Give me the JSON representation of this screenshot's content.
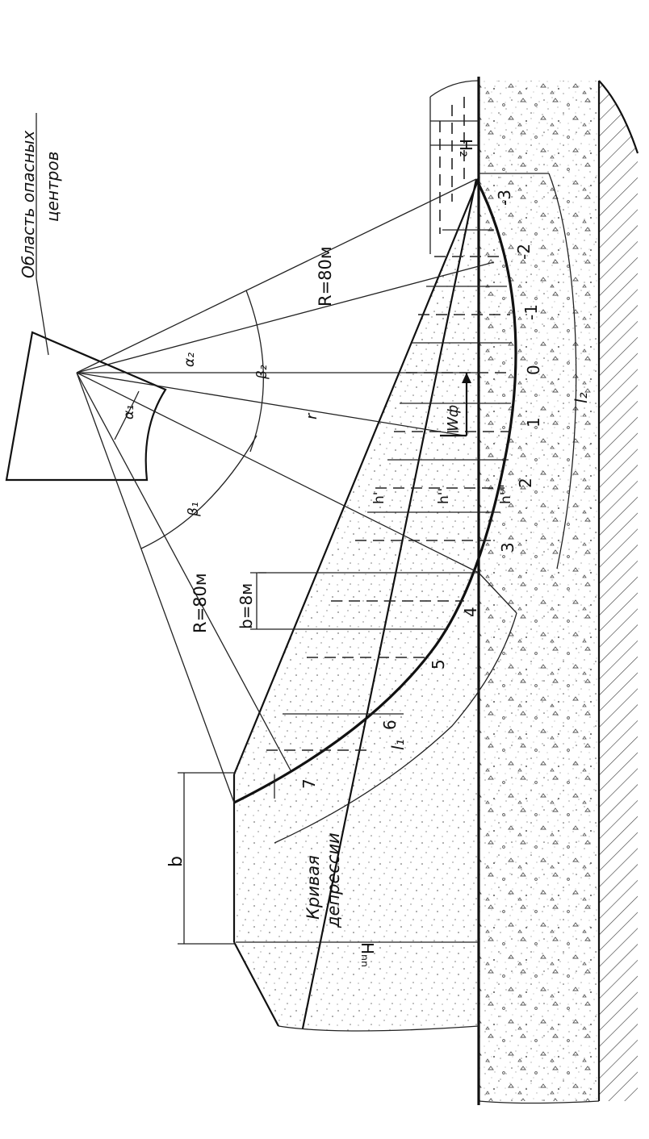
{
  "labels": {
    "danger_zone_line1": "Область опасных",
    "danger_zone_line2": "центров",
    "radius_top": "R=80м",
    "radius_bottom": "R=80м",
    "strip_width": "b=8м",
    "crest_width": "b",
    "depression_line1": "Кривая",
    "depression_line2": "депрессии",
    "height_h2": "H₂",
    "height_hb": "Hₙₙ",
    "alpha1": "α₁",
    "alpha2": "α₂",
    "beta1": "β₁",
    "beta2": "β₂",
    "arm_r": "r",
    "force_w": "Wф",
    "h1": "h'",
    "h2": "h''",
    "h3": "h'''",
    "arc_l1": "l₁",
    "arc_l2": "l₂"
  },
  "strips": [
    "-3",
    "-2",
    "-1",
    "0",
    "1",
    "2",
    "3",
    "4",
    "5",
    "6",
    "7"
  ],
  "colors": {
    "line": "#111111",
    "hatch": "#333333",
    "dots": "#666666"
  }
}
